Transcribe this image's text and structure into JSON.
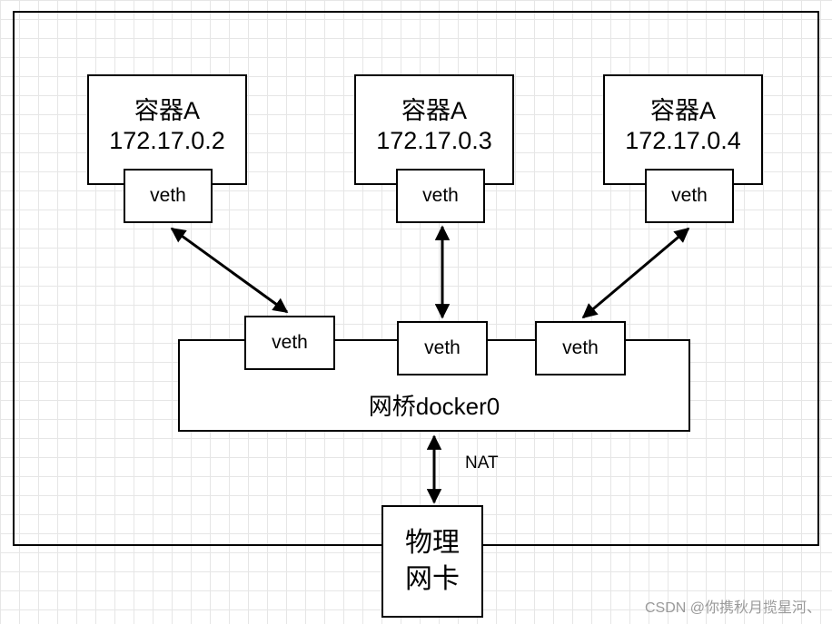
{
  "containers": [
    {
      "name": "容器A",
      "ip": "172.17.0.2",
      "veth": "veth"
    },
    {
      "name": "容器A",
      "ip": "172.17.0.3",
      "veth": "veth"
    },
    {
      "name": "容器A",
      "ip": "172.17.0.4",
      "veth": "veth"
    }
  ],
  "bridge": {
    "label": "网桥docker0",
    "veths": [
      "veth",
      "veth",
      "veth"
    ]
  },
  "nat_label": "NAT",
  "nic": {
    "line1": "物理",
    "line2": "网卡"
  },
  "watermark": "CSDN @你携秋月揽星河、",
  "colors": {
    "stroke": "#000000",
    "grid": "#e6e6e6",
    "watermark": "#9a9a9a"
  }
}
